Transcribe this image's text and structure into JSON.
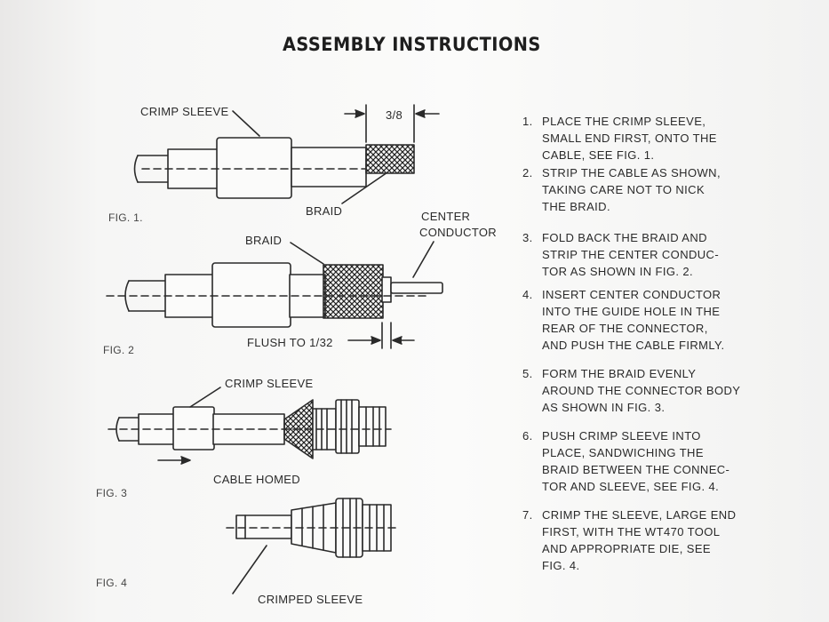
{
  "title": "ASSEMBLY INSTRUCTIONS",
  "labels": {
    "crimp_sleeve_1": "CRIMP SLEEVE",
    "dim_3_8": "3/8",
    "braid_1": "BRAID",
    "fig_1": "FIG. 1.",
    "center_conductor_1": "CENTER",
    "center_conductor_2": "CONDUCTOR",
    "braid_2": "BRAID",
    "fig_2": "FIG. 2",
    "flush": "FLUSH TO 1/32",
    "crimp_sleeve_3": "CRIMP SLEEVE",
    "cable_homed": "CABLE HOMED",
    "fig_3": "FIG. 3",
    "fig_4": "FIG. 4",
    "crimped_sleeve": "CRIMPED SLEEVE"
  },
  "steps": [
    {
      "num": "1.",
      "lines": [
        "PLACE THE CRIMP SLEEVE,",
        "SMALL END FIRST, ONTO THE",
        "CABLE, SEE FIG. 1."
      ]
    },
    {
      "num": "2.",
      "lines": [
        "STRIP THE CABLE AS SHOWN,",
        "TAKING CARE NOT TO NICK",
        "THE BRAID."
      ]
    },
    {
      "num": "3.",
      "lines": [
        "FOLD BACK THE BRAID AND",
        "STRIP THE CENTER CONDUC-",
        "TOR AS SHOWN IN FIG. 2."
      ]
    },
    {
      "num": "4.",
      "lines": [
        "INSERT CENTER CONDUCTOR",
        "INTO THE GUIDE HOLE IN THE",
        "REAR OF THE CONNECTOR,",
        "AND PUSH THE CABLE FIRMLY."
      ]
    },
    {
      "num": "5.",
      "lines": [
        "FORM THE BRAID EVENLY",
        "AROUND THE CONNECTOR BODY",
        "AS SHOWN IN FIG. 3."
      ]
    },
    {
      "num": "6.",
      "lines": [
        "PUSH CRIMP SLEEVE INTO",
        "PLACE, SANDWICHING THE",
        "BRAID BETWEEN THE CONNEC-",
        "TOR AND SLEEVE, SEE FIG. 4."
      ]
    },
    {
      "num": "7.",
      "lines": [
        "CRIMP THE SLEEVE, LARGE END",
        "FIRST, WITH THE WT470 TOOL",
        "AND APPROPRIATE DIE, SEE",
        "FIG. 4."
      ]
    }
  ],
  "colors": {
    "ink": "#2a2a2a",
    "paper": "#f6f6f5"
  }
}
